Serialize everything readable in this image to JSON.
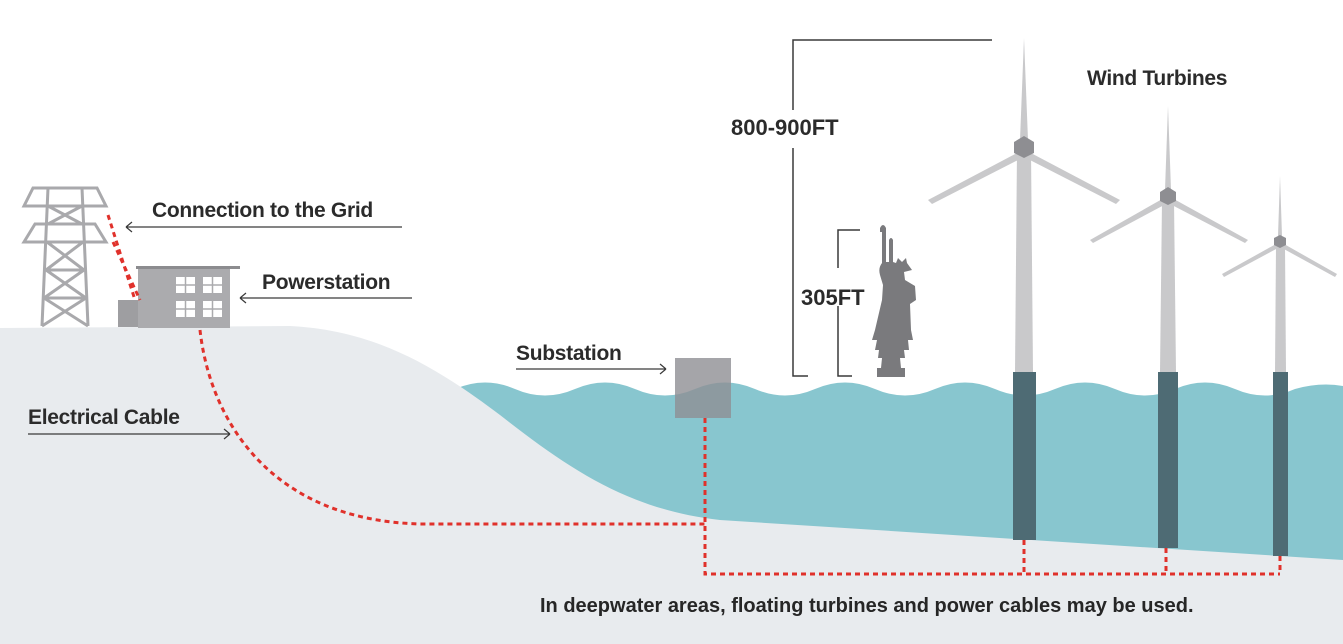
{
  "labels": {
    "grid_connection": "Connection to the Grid",
    "powerstation": "Powerstation",
    "electrical_cable": "Electrical Cable",
    "substation": "Substation",
    "wind_turbines": "Wind Turbines",
    "turbine_height": "800-900FT",
    "statue_height": "305FT"
  },
  "caption": "In deepwater areas, floating turbines and power cables may be used.",
  "icons": [
    "transmission-tower-icon",
    "powerstation-icon",
    "substation-icon",
    "statue-of-liberty-icon",
    "wind-turbine-icon"
  ],
  "colors": {
    "ground": "#e8ebee",
    "water": "#88c6cf",
    "turbine": "#c9c9cb",
    "foundation": "#4e6b74",
    "cable": "#e0312b",
    "building": "#a5a5a8",
    "statue": "#7a7a7d"
  }
}
